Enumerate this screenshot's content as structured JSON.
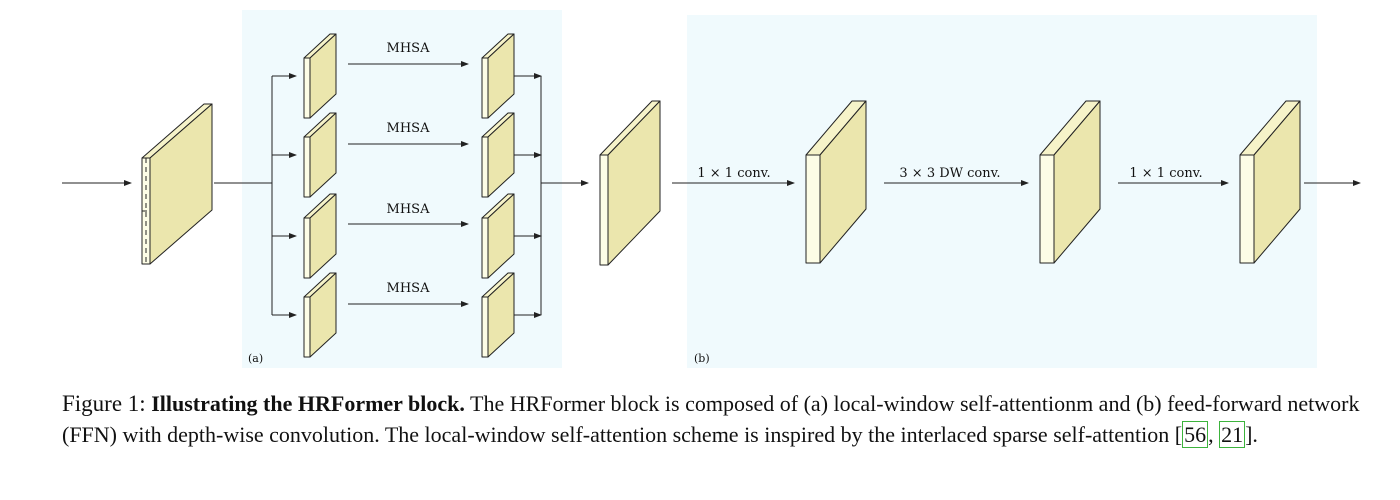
{
  "panels": {
    "a": {
      "tag": "(a)"
    },
    "b": {
      "tag": "(b)"
    }
  },
  "attention_branches": [
    {
      "label": "MHSA"
    },
    {
      "label": "MHSA"
    },
    {
      "label": "MHSA"
    },
    {
      "label": "MHSA"
    }
  ],
  "ffn_steps": [
    {
      "label": "1 × 1 conv."
    },
    {
      "label": "3 × 3 DW conv."
    },
    {
      "label": "1 × 1 conv."
    }
  ],
  "colors": {
    "panel_bg": "#f0fafd",
    "slab_face": "#fdfde6",
    "slab_top": "#f6f3c9",
    "slab_side": "#ebe6ad",
    "stroke": "#222222",
    "citation_box": "#3cb33c"
  },
  "caption": {
    "figure_label": "Figure 1:",
    "title": "Illustrating the HRFormer block.",
    "text_1": "The HRFormer block is composed of (a) local-window self-attentionm and (b) feed-forward network (FFN) with depth-wise convolution. The local-window self-attention scheme is inspired by the interlaced sparse self-attention [",
    "citation_1": "56",
    "separator": ", ",
    "citation_2": "21",
    "text_end": "]."
  }
}
